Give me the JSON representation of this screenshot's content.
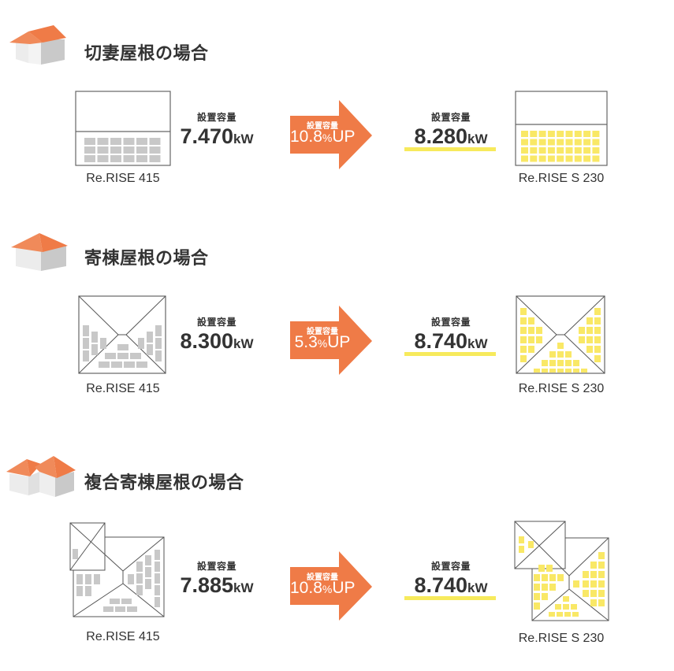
{
  "colors": {
    "roof_orange": "#f07a45",
    "arrow_orange": "#ef7b47",
    "panel_gray": "#c8c8c8",
    "panel_yellow": "#f9e866",
    "highlight_yellow": "#f7ea5c",
    "line": "#666666",
    "text": "#333333"
  },
  "sections": [
    {
      "title": "切妻屋根の場合",
      "house_icon": "gable-house-icon",
      "before": {
        "model": "Re.RISE 415",
        "capacity_label": "設置容量",
        "capacity_value": "7.470",
        "capacity_unit": "kW"
      },
      "increase": {
        "label": "設置容量",
        "value": "10.8",
        "percent": "%",
        "suffix": "UP"
      },
      "after": {
        "model": "Re.RISE S 230",
        "capacity_label": "設置容量",
        "capacity_value": "8.280",
        "capacity_unit": "kW"
      }
    },
    {
      "title": "寄棟屋根の場合",
      "house_icon": "hip-house-icon",
      "before": {
        "model": "Re.RISE 415",
        "capacity_label": "設置容量",
        "capacity_value": "8.300",
        "capacity_unit": "kW"
      },
      "increase": {
        "label": "設置容量",
        "value": "5.3",
        "percent": "%",
        "suffix": "UP"
      },
      "after": {
        "model": "Re.RISE S 230",
        "capacity_label": "設置容量",
        "capacity_value": "8.740",
        "capacity_unit": "kW"
      }
    },
    {
      "title": "複合寄棟屋根の場合",
      "house_icon": "complex-hip-house-icon",
      "before": {
        "model": "Re.RISE 415",
        "capacity_label": "設置容量",
        "capacity_value": "7.885",
        "capacity_unit": "kW"
      },
      "increase": {
        "label": "設置容量",
        "value": "10.8",
        "percent": "%",
        "suffix": "UP"
      },
      "after": {
        "model": "Re.RISE S 230",
        "capacity_label": "設置容量",
        "capacity_value": "8.740",
        "capacity_unit": "kW"
      }
    }
  ]
}
